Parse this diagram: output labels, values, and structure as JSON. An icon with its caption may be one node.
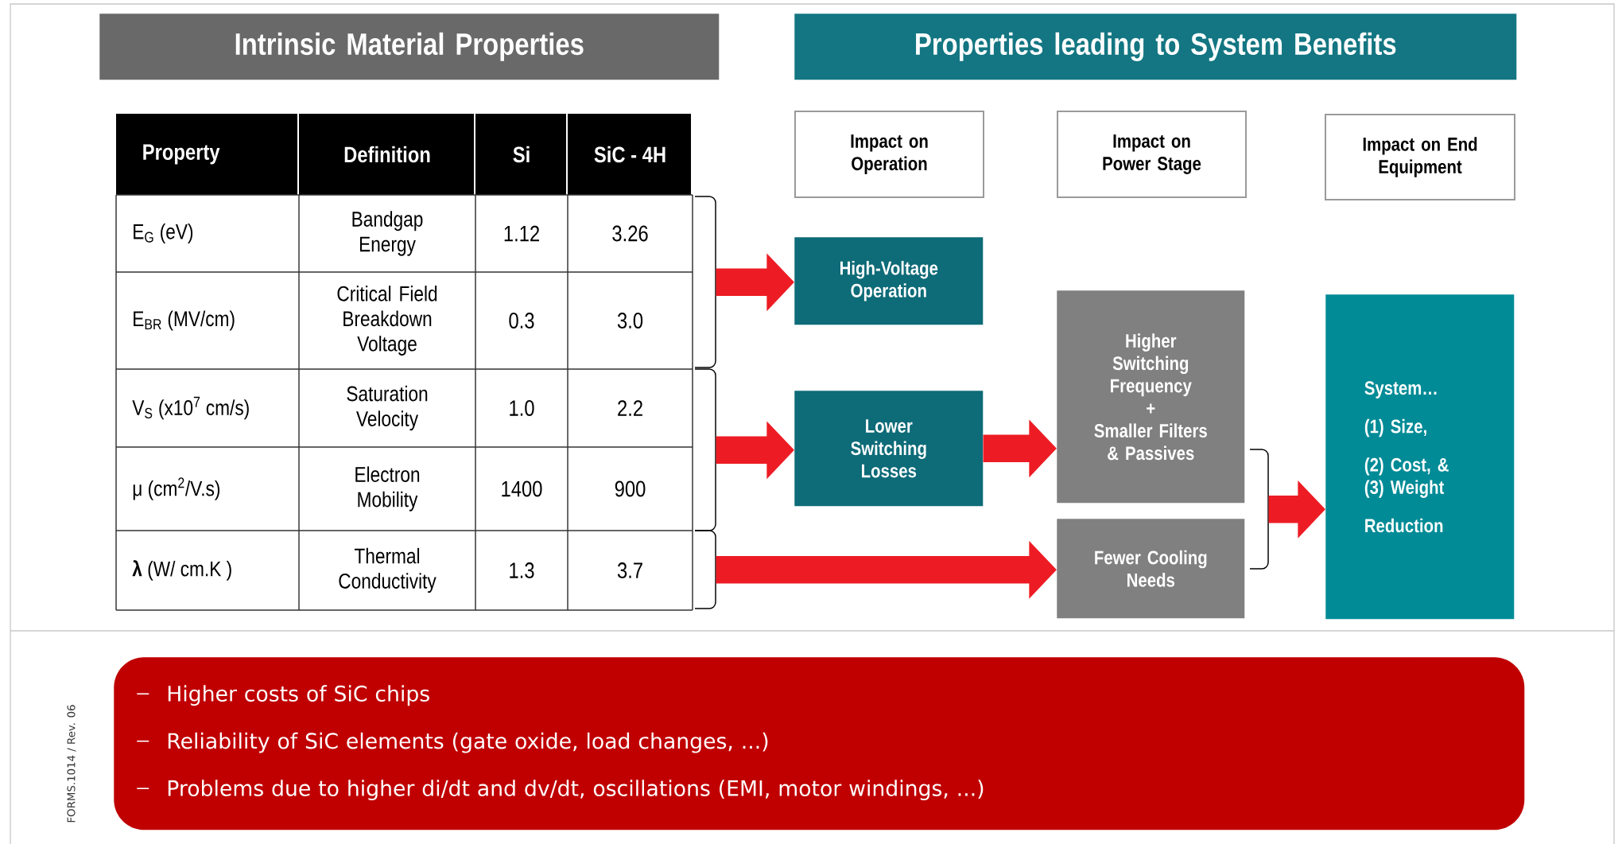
{
  "diagram": {
    "nodes": [
      {
        "text": [
          "Intrinsic Material Properties"
        ]
      },
      {
        "text": [
          "Properties leading to System Benefits"
        ]
      },
      {
        "text": [
          "Impact on Operation"
        ]
      },
      {
        "text": [
          "Impact on Power Stage"
        ]
      },
      {
        "text": [
          "Impact on End Equipment"
        ]
      },
      {
        "text": [
          "High-Voltage Operation"
        ]
      },
      {
        "text": [
          "Lower Switching Losses"
        ]
      },
      {
        "text": [
          "Higher Switching Frequency",
          "+",
          "Smaller Filters & Passives"
        ]
      },
      {
        "text": [
          "Fewer Cooling Needs"
        ]
      },
      {
        "text": [
          "System…",
          "(1) Size,",
          "(2) Cost, &",
          "(3) Weight",
          "Reduction"
        ]
      },
      {
        "text": [
          "Higher costs of SiC chips",
          "Reliability of SiC elements (gate oxide, load changes, ...)",
          "Problems due to higher di/dt and dv/dt, oscillations (EMI, motor windings, ...)"
        ]
      },
      {
        "text": [],
        "shape": "bracket"
      },
      {
        "text": [],
        "shape": "bracket"
      },
      {
        "text": [],
        "shape": "bracket"
      },
      {
        "text": [],
        "shape": "bracket"
      }
    ],
    "edges": [
      {
        "from": 11,
        "to": 5,
        "arrow": "to"
      },
      {
        "from": 12,
        "to": 6,
        "arrow": "to"
      },
      {
        "from": 13,
        "to": 8,
        "arrow": "to"
      },
      {
        "from": 6,
        "to": 7,
        "arrow": "to"
      },
      {
        "from": 14,
        "to": 9,
        "arrow": "to"
      }
    ],
    "labels": [
      "Property",
      "Definition",
      "Si",
      "SiC - 4H",
      "E$_{G}$ (eV)",
      "Bandgap Energy",
      "1.12",
      "3.26",
      "E$_{BR}$ (MV/cm)",
      "Critical Field Breakdown Voltage",
      "0.3",
      "3.0",
      "V$_{S}$ (x10$^{7}$ cm/s)",
      "Saturation Velocity",
      "1.0",
      "2.2",
      "μ (cm$^{2}$/V.s)",
      "Electron Mobility",
      "1400",
      "900",
      "**λ** (W/ cm.K )",
      "Thermal Conductivity",
      "1.3",
      "3.7",
      "FORMS.1014 / Rev. 06"
    ]
  }
}
